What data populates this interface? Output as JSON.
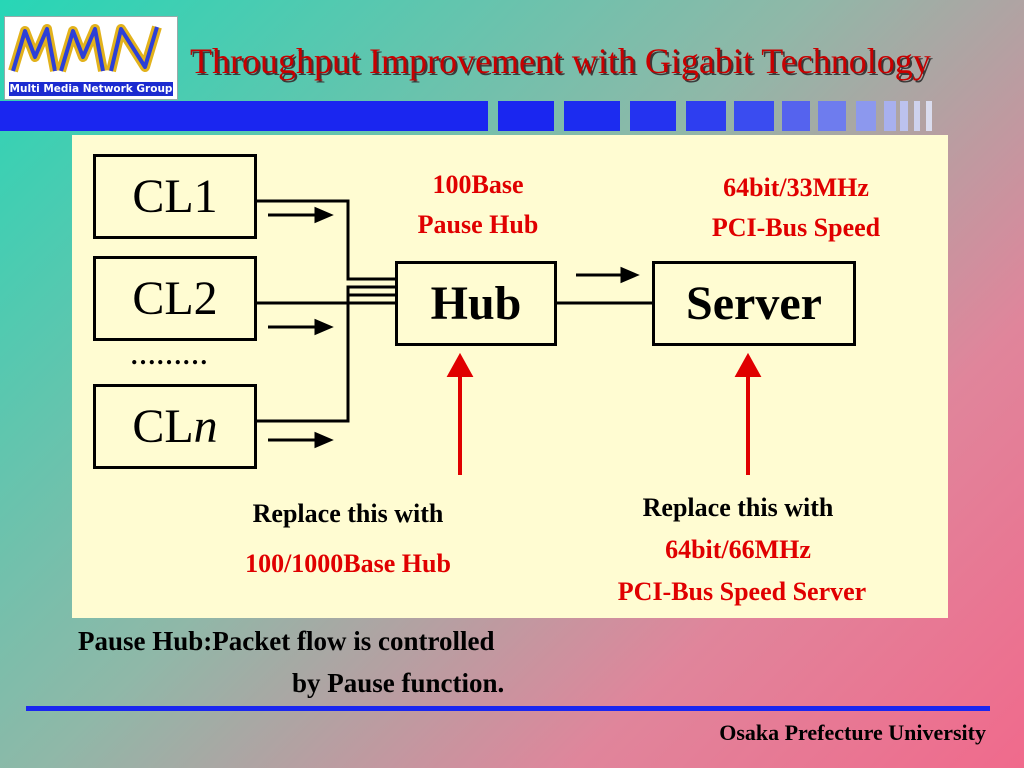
{
  "logo": {
    "caption": "Multi Media Network Group"
  },
  "title": "Throughput Improvement with Gigabit Technology",
  "diagram": {
    "clients": [
      "CL1",
      "CL2",
      "CL"
    ],
    "clients_n_suffix": "n",
    "ellipsis": "………",
    "hub_label": "Hub",
    "server_label": "Server",
    "hub_note": [
      "100Base",
      "Pause Hub"
    ],
    "server_note": [
      "64bit/33MHz",
      "PCI-Bus Speed"
    ],
    "replace_hub": {
      "prefix": "Replace this with",
      "value": "100/1000Base Hub"
    },
    "replace_server": {
      "prefix": "Replace this with",
      "value_line1": "64bit/66MHz",
      "value_line2": "PCI-Bus Speed Server"
    },
    "colors": {
      "panel": "#fffcd2",
      "highlight": "#e00000",
      "stroke": "#000000"
    }
  },
  "note": {
    "line1": "Pause Hub:Packet flow is controlled",
    "line2": "by Pause function."
  },
  "footer": "Osaka Prefecture University",
  "colors": {
    "title": "#c80000",
    "bar": "#1a26f0"
  }
}
